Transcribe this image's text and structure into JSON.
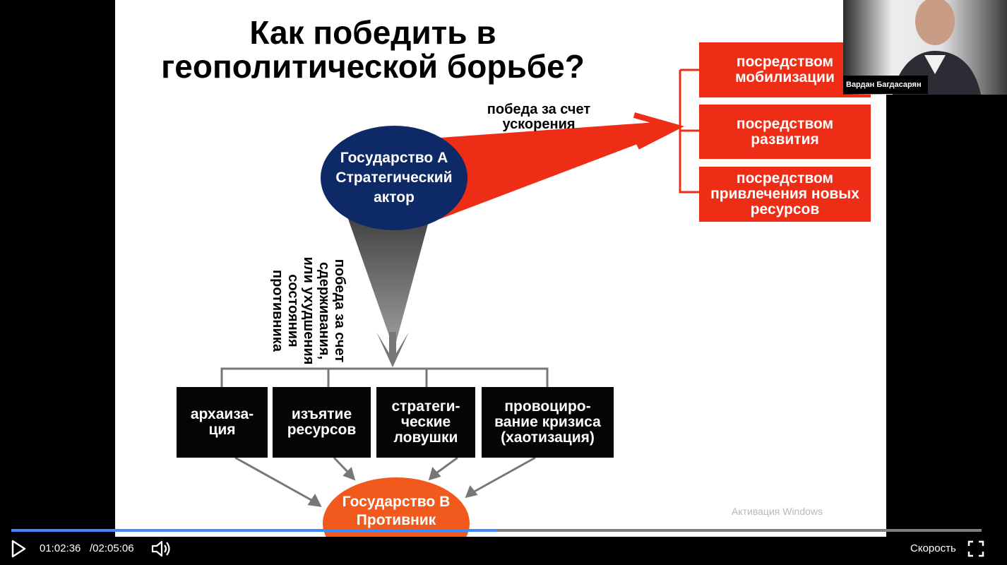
{
  "slide": {
    "title": "Как победить в геополитической борьбе?",
    "ellipse_a": "Государство А Стратегический актор",
    "ellipse_b": "Государство В Противник",
    "label_acceleration": "победа за счет ускорения",
    "label_deterrence": "победа за счет сдерживания, или ухудшения состояния противника",
    "red_boxes": [
      "посредством мобилизации",
      "посредством развития",
      "посредством привлечения новых ресурсов"
    ],
    "black_boxes": [
      "архаиза-ция",
      "изъятие ресурсов",
      "стратеги-ческие ловушки",
      "провоциро-вание кризиса (хаотизация)"
    ],
    "watermark": "Активация Windows"
  },
  "webcam": {
    "speaker_name": "Вардан Багдасарян"
  },
  "player": {
    "current_time": "01:02:36",
    "total_time": "/02:05:06",
    "progress_percent": 50,
    "speed_label": "Скорость"
  },
  "colors": {
    "red": "#ee2d17",
    "navy": "#0e2a66",
    "orange": "#f25a1d",
    "progress": "#3d8bfd"
  }
}
